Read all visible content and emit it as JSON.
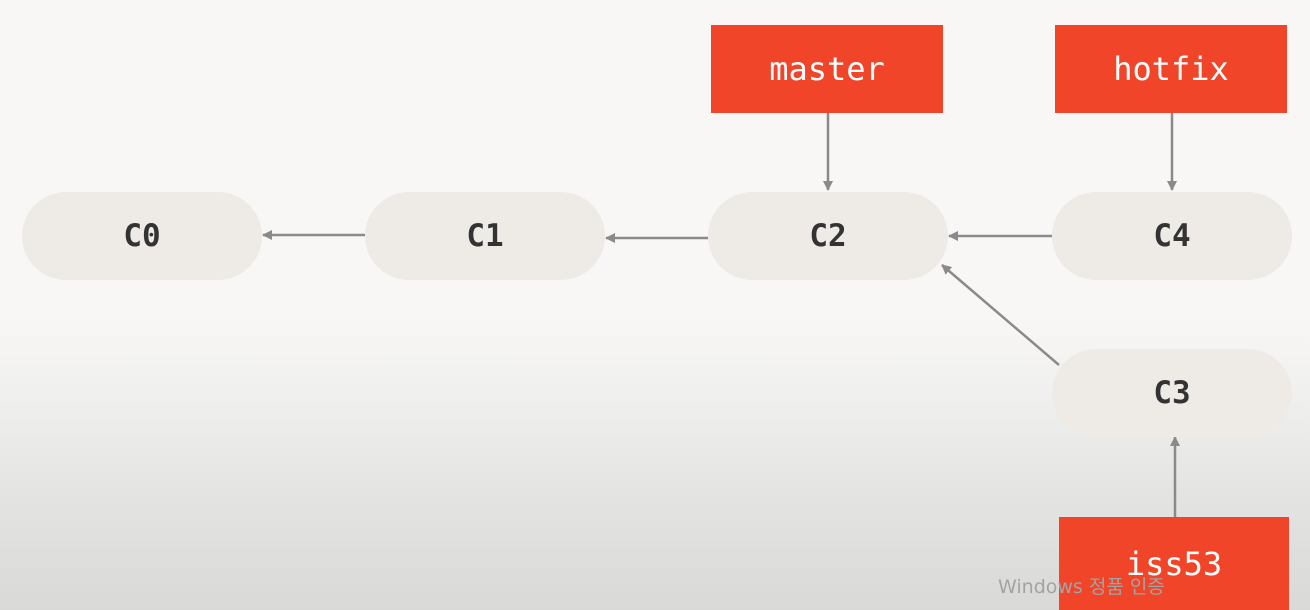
{
  "diagram": {
    "commits": [
      {
        "id": "c0",
        "label": "C0"
      },
      {
        "id": "c1",
        "label": "C1"
      },
      {
        "id": "c2",
        "label": "C2"
      },
      {
        "id": "c3",
        "label": "C3"
      },
      {
        "id": "c4",
        "label": "C4"
      }
    ],
    "branches": [
      {
        "id": "master",
        "label": "master",
        "points_to": "C2"
      },
      {
        "id": "hotfix",
        "label": "hotfix",
        "points_to": "C4"
      },
      {
        "id": "iss53",
        "label": "iss53",
        "points_to": "C3"
      }
    ],
    "parent_links": [
      {
        "from": "C1",
        "to": "C0"
      },
      {
        "from": "C2",
        "to": "C1"
      },
      {
        "from": "C4",
        "to": "C2"
      },
      {
        "from": "C3",
        "to": "C2"
      }
    ]
  },
  "colors": {
    "branch_fill": "#f1452a",
    "commit_fill": "#eeebe6",
    "arrow": "#8a8a8a",
    "background": "#f8f7f5"
  },
  "watermark": {
    "text": "Windows 정품 인증"
  }
}
